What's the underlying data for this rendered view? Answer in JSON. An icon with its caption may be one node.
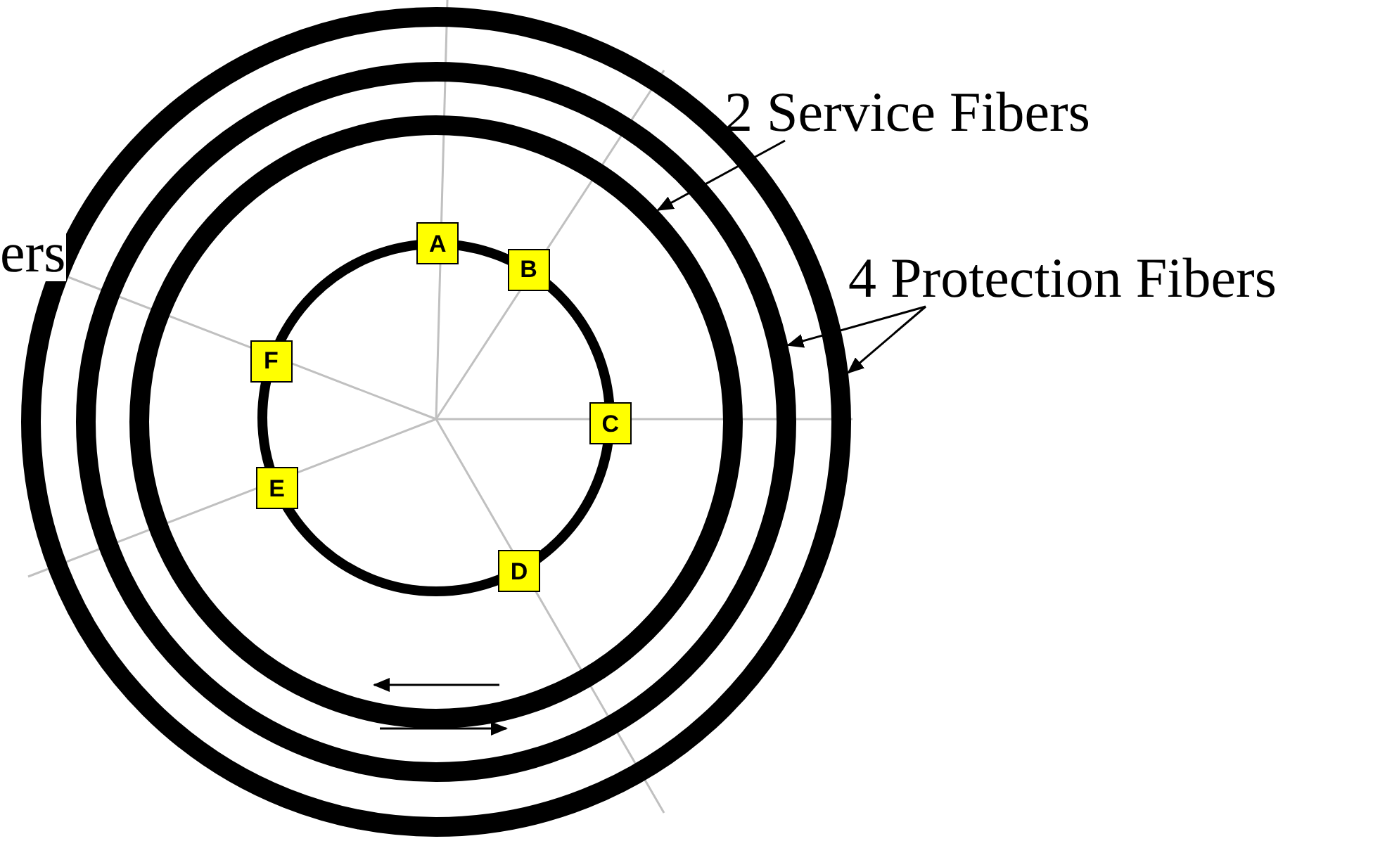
{
  "diagram": {
    "nodes": [
      {
        "text": [],
        "shape": "circle"
      },
      {
        "text": [],
        "shape": "circle",
        "in": 0
      },
      {
        "text": [],
        "shape": "circle",
        "in": 1
      },
      {
        "text": [],
        "shape": "circle",
        "in": 2
      },
      {
        "text": [
          "A"
        ],
        "in": 2
      },
      {
        "text": [
          "B"
        ],
        "in": 3
      },
      {
        "text": [
          "F"
        ],
        "in": 2
      },
      {
        "text": [
          "C"
        ],
        "in": 2
      },
      {
        "text": [
          "E"
        ],
        "in": 3
      },
      {
        "text": [
          "D"
        ],
        "in": 3
      },
      {
        "text": [
          "2 Service Fibers"
        ]
      },
      {
        "text": [
          "4 Protection Fibers"
        ]
      }
    ],
    "edges": [
      {
        "from": 10,
        "to": 2,
        "arrow": "to"
      },
      {
        "from": 11,
        "to": 1,
        "arrow": "to"
      },
      {
        "from": 11,
        "to": 0,
        "arrow": "to"
      }
    ],
    "labels": [
      "ers"
    ]
  }
}
